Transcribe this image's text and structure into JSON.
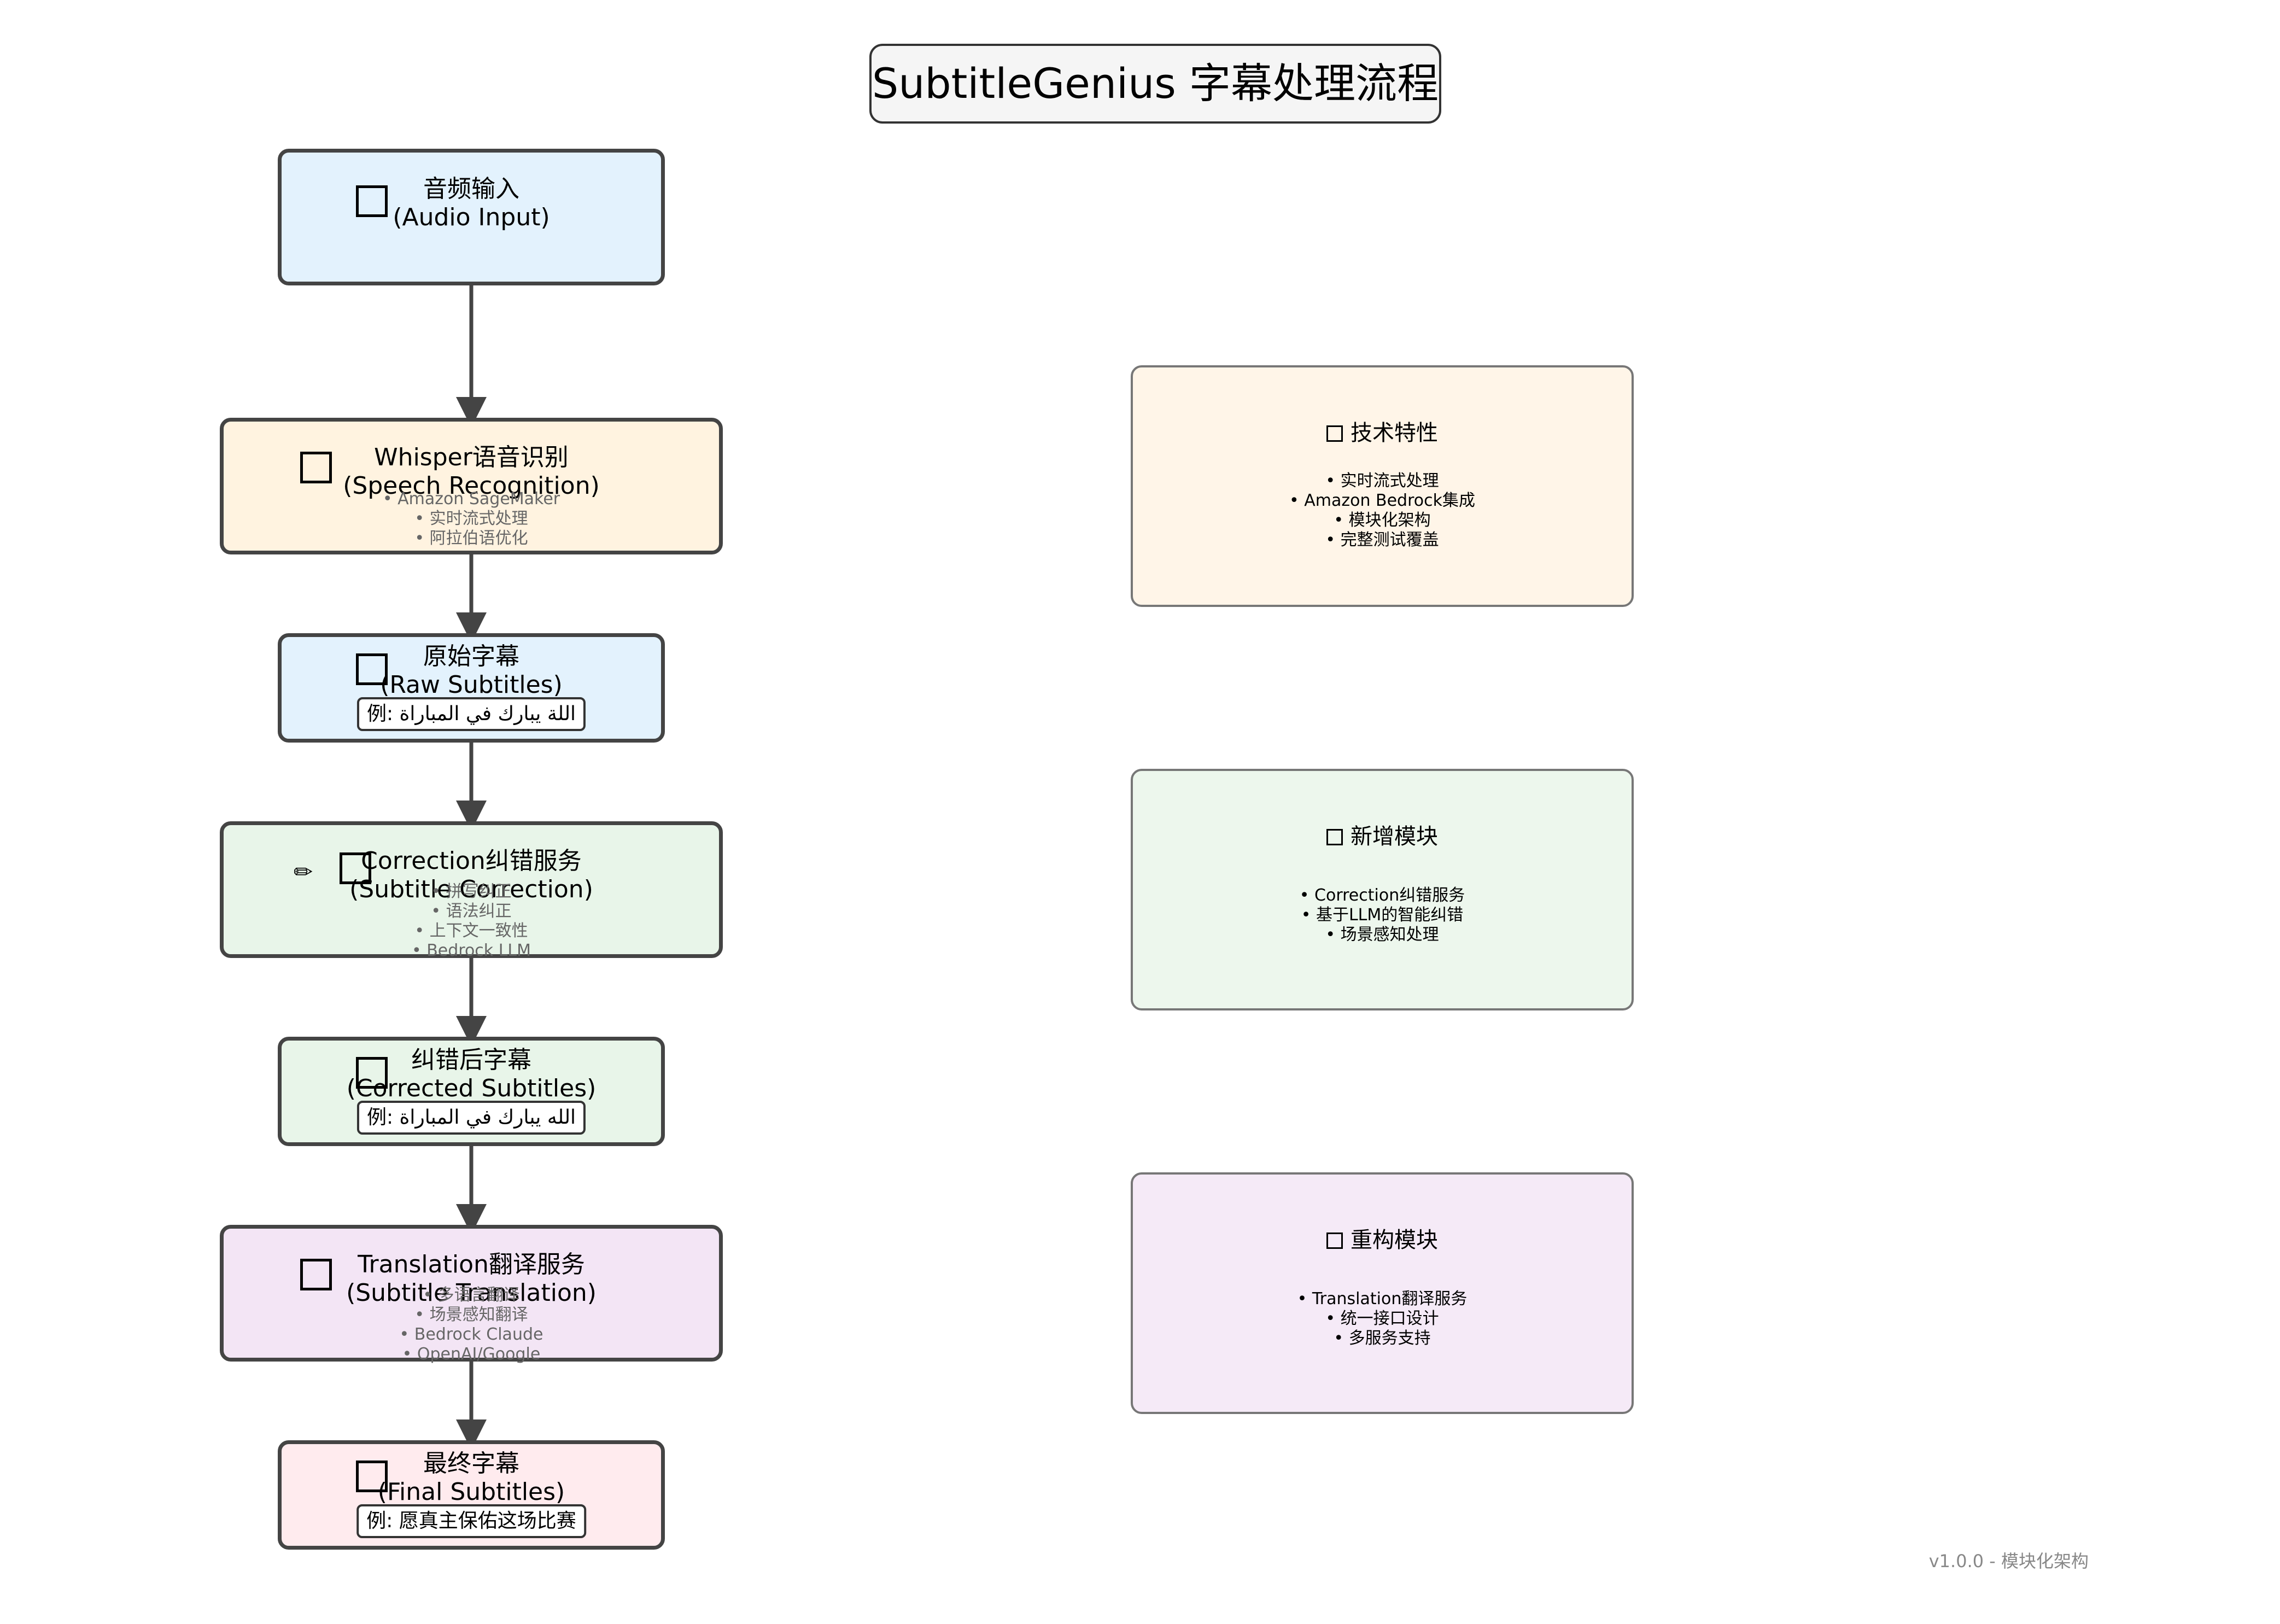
{
  "title": "SubtitleGenius 字幕处理流程",
  "flow": {
    "audio": {
      "title": "音频输入",
      "subtitle": "(Audio Input)",
      "color": "#e3f2fd"
    },
    "whisper": {
      "title": "Whisper语音识别",
      "subtitle": "(Speech Recognition)",
      "details": [
        "• Amazon SageMaker",
        "• 实时流式处理",
        "• 阿拉伯语优化"
      ],
      "color": "#fff3e0"
    },
    "raw": {
      "title": "原始字幕",
      "subtitle": "(Raw Subtitles)",
      "example": "例: اللة يبارك في المباراة",
      "color": "#e3f2fd"
    },
    "correction": {
      "title": "Correction纠错服务",
      "subtitle": "(Subtitle Correction)",
      "details": [
        "• 拼写纠正",
        "• 语法纠正",
        "• 上下文一致性",
        "• Bedrock LLM"
      ],
      "color": "#e8f5e9"
    },
    "corrected": {
      "title": "纠错后字幕",
      "subtitle": "(Corrected Subtitles)",
      "example": "例: الله يبارك في المباراة",
      "color": "#e8f5e9"
    },
    "translation": {
      "title": "Translation翻译服务",
      "subtitle": "(Subtitle Translation)",
      "details": [
        "• 多语言翻译",
        "• 场景感知翻译",
        "• Bedrock Claude",
        "• OpenAI/Google"
      ],
      "color": "#f3e5f5"
    },
    "final": {
      "title": "最终字幕",
      "subtitle": "(Final Subtitles)",
      "example": "例: 愿真主保佑这场比赛",
      "color": "#ffebee"
    }
  },
  "panels": {
    "tech": {
      "heading": "技术特性",
      "items": [
        "• 实时流式处理",
        "• Amazon Bedrock集成",
        "• 模块化架构",
        "• 完整测试覆盖"
      ],
      "color": "#fff5e8"
    },
    "new": {
      "heading": "新增模块",
      "items": [
        "• Correction纠错服务",
        "• 基于LLM的智能纠错",
        "• 场景感知处理"
      ],
      "color": "#edf7ed"
    },
    "refactor": {
      "heading": "重构模块",
      "items": [
        "• Translation翻译服务",
        "• 统一接口设计",
        "• 多服务支持"
      ],
      "color": "#f5eaf7"
    }
  },
  "icons": {
    "correction_pencil": "pencil-icon"
  },
  "version": "v1.0.0 - 模块化架构",
  "edge_color": "#444444"
}
